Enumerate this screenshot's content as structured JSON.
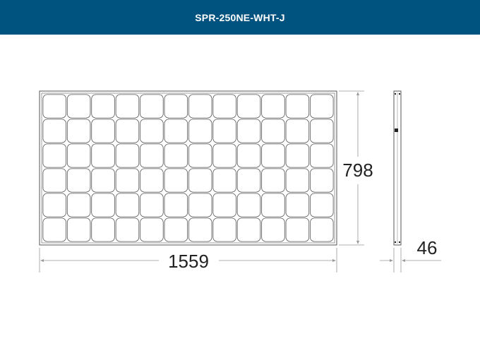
{
  "header": {
    "title": "SPR-250NE-WHT-J",
    "background_color": "#00527f",
    "text_color": "#ffffff"
  },
  "panel": {
    "cell_columns": 12,
    "cell_rows": 6,
    "line_color": "#555555"
  },
  "dimensions": {
    "width_label": "1559",
    "height_label": "798",
    "depth_label": "46"
  }
}
